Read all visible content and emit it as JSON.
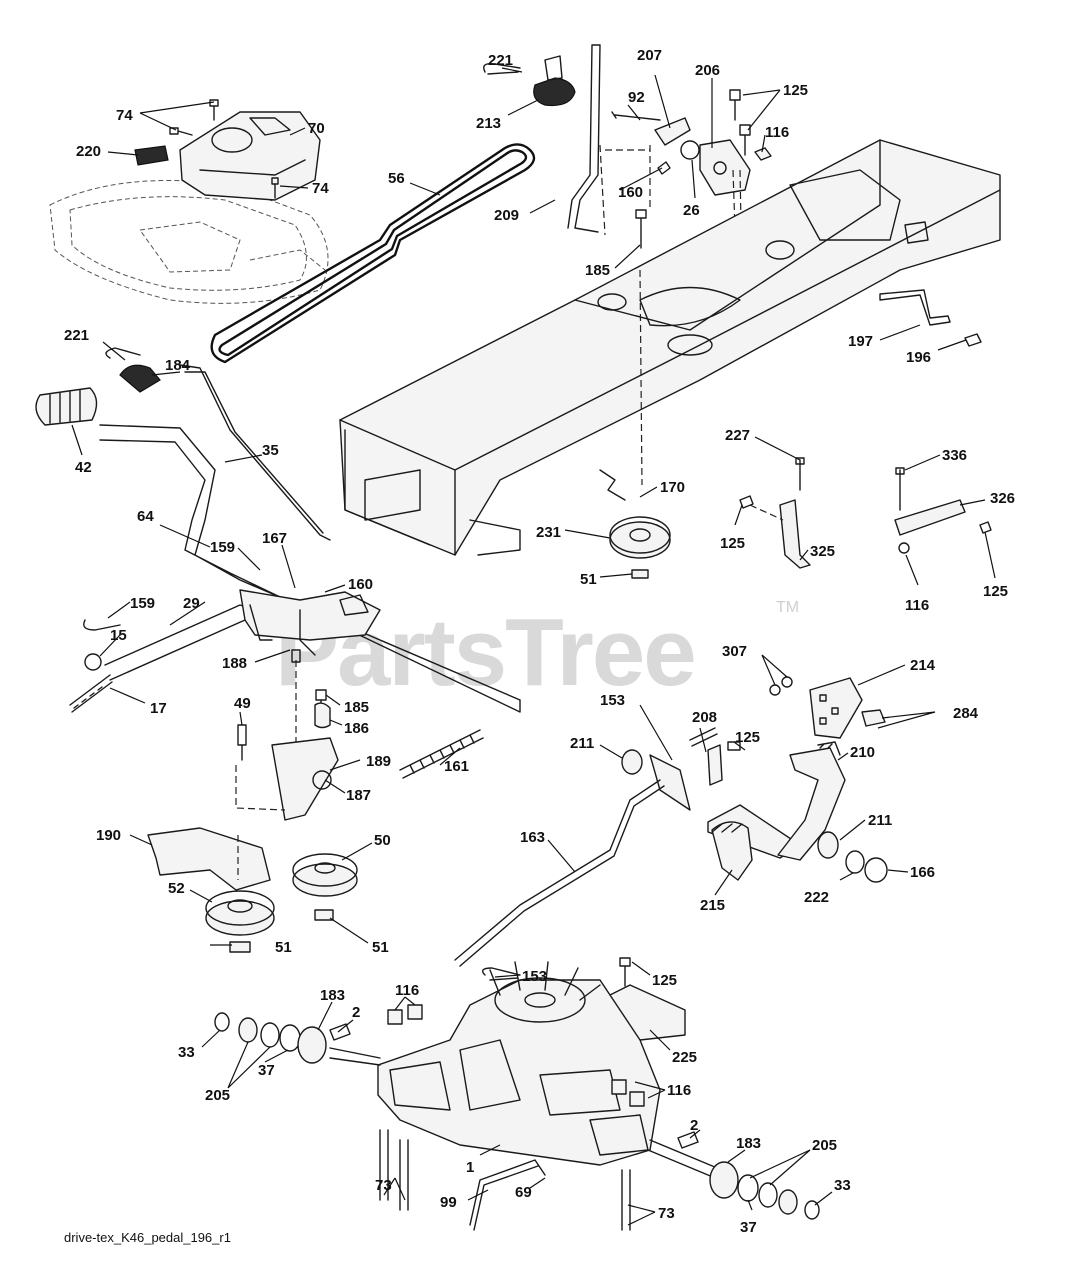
{
  "watermark": {
    "brand": "PartsTree",
    "trademark": "TM"
  },
  "footer": {
    "drawing_id": "drive-tex_K46_pedal_196_r1"
  },
  "callouts": [
    "221",
    "213",
    "207",
    "92",
    "206",
    "125",
    "116",
    "74",
    "70",
    "220",
    "74",
    "56",
    "160",
    "26",
    "209",
    "185",
    "221",
    "184",
    "42",
    "35",
    "64",
    "159",
    "167",
    "160",
    "159",
    "29",
    "15",
    "17",
    "188",
    "49",
    "185",
    "186",
    "161",
    "189",
    "187",
    "190",
    "50",
    "52",
    "51",
    "51",
    "197",
    "196",
    "227",
    "170",
    "231",
    "51",
    "125",
    "325",
    "336",
    "326",
    "116",
    "125",
    "307",
    "214",
    "284",
    "153",
    "208",
    "211",
    "125",
    "210",
    "211",
    "222",
    "166",
    "163",
    "215",
    "153",
    "125",
    "225",
    "183",
    "2",
    "116",
    "33",
    "205",
    "37",
    "116",
    "2",
    "183",
    "205",
    "33",
    "1",
    "73",
    "99",
    "69",
    "37",
    "73"
  ]
}
